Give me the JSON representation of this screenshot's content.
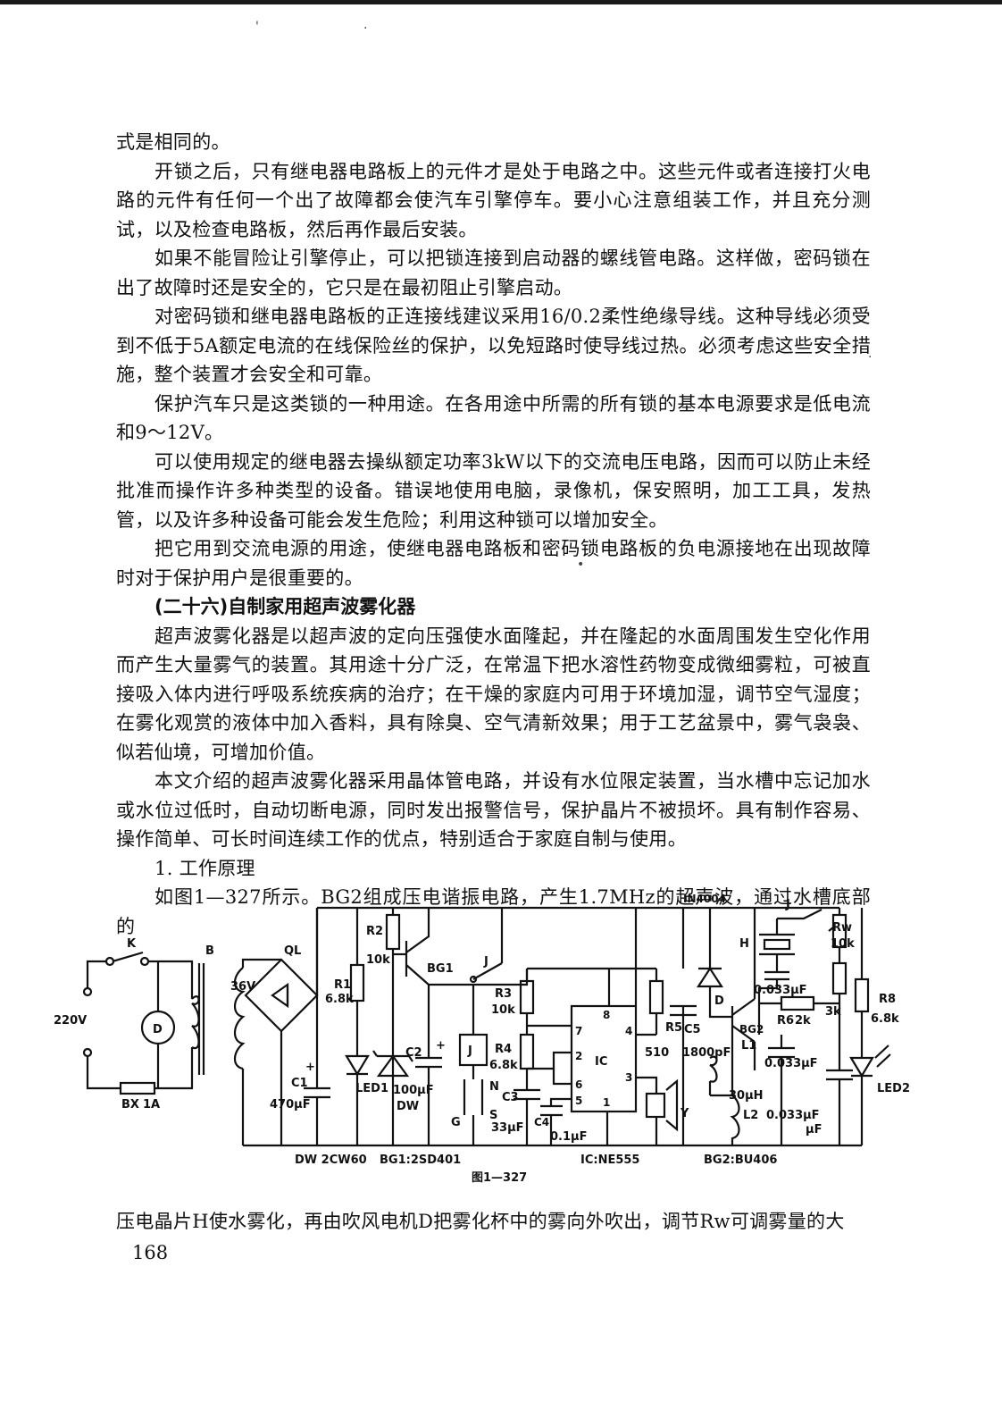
{
  "paragraphs": [
    "式是相同的。",
    "开锁之后，只有继电器电路板上的元件才是处于电路之中。这些元件或者连接打火电路的元件有任何一个出了故障都会使汽车引擎停车。要小心注意组装工作，并且充分测试，以及检查电路板，然后再作最后安装。",
    "如果不能冒险让引擎停止，可以把锁连接到启动器的螺线管电路。这样做，密码锁在出了故障时还是安全的，它只是在最初阻止引擎启动。",
    "对密码锁和继电器电路板的正连接线建议采用16/0.2柔性绝缘导线。这种导线必须受到不低于5A额定电流的在线保险丝的保护，以免短路时使导线过热。必须考虑这些安全措施，整个装置才会安全和可靠。",
    "保护汽车只是这类锁的一种用途。在各用途中所需的所有锁的基本电源要求是低电流和9～12V。",
    "可以使用规定的继电器去操纵额定功率3kW以下的交流电压电路，因而可以防止未经批准而操作许多种类型的设备。错误地使用电脑，录像机，保安照明，加工工具，发热管，以及许多种设备可能会发生危险；利用这种锁可以增加安全。",
    "把它用到交流电源的用途，使继电器电路板和密码锁电路板的负电源接地在出现故障时对于保护用户是很重要的。"
  ],
  "section_heading": "(二十六)自制家用超声波雾化器",
  "paragraphs2": [
    "超声波雾化器是以超声波的定向压强使水面隆起，并在隆起的水面周围发生空化作用而产生大量雾气的装置。其用途十分广泛，在常温下把水溶性药物变成微细雾粒，可被直接吸入体内进行呼吸系统疾病的治疗；在干燥的家庭内可用于环境加湿，调节空气湿度；在雾化观赏的液体中加入香料，具有除臭、空气清新效果；用于工艺盆景中，雾气袅袅、似若仙境，可增加价值。",
    "本文介绍的超声波雾化器采用晶体管电路，并设有水位限定装置，当水槽中忘记加水或水位过低时，自动切断电源，同时发出报警信号，保护晶片不被损坏。具有制作容易、操作简单、可长时间连续工作的优点，特别适合于家庭自制与使用。"
  ],
  "subheading": "1. 工作原理",
  "paragraph_intro": "如图1—327所示。BG2组成压电谐振电路，产生1.7MHz的超声波，通过水槽底部的",
  "figure": {
    "caption": "图1—327",
    "labels": {
      "K": "K",
      "v220": "220V",
      "D_motor": "D",
      "BX": "BX",
      "fuse": "1A",
      "B": "B",
      "QL": "QL",
      "v36": "36V",
      "C1": "C1",
      "C1v": "470μF",
      "plus": "+",
      "R1": "R1",
      "R1v": "6.8k",
      "LED1": "LED1",
      "R2": "R2",
      "R2v": "10k",
      "BG1": "BG1",
      "DW": "DW",
      "C2": "C2",
      "C2v": "100μF",
      "J": "J",
      "Jbox": "J",
      "G": "G",
      "N": "N",
      "S": "S",
      "R3": "R3",
      "R3v": "10k",
      "R4": "R4",
      "R4v": "6.8k",
      "C3": "C3",
      "C3v": "33μF",
      "C4": "C4",
      "C4v": "0.1μF",
      "IC": "IC",
      "p8": "8",
      "p7": "7",
      "p4": "4",
      "p2": "2",
      "p6": "6",
      "p5": "5",
      "p3": "3",
      "p1": "1",
      "R5": "R5",
      "R5v": "510",
      "Y": "Y",
      "IN4004": "IN4004",
      "Diode": "D",
      "C5": "C5",
      "C5v": "1800pF",
      "H": "H",
      "Jr": "J",
      "Rw": "Rw",
      "Rwv": "10k",
      "cap033a": "0.033μF",
      "R6": "R6",
      "R6v": "2k",
      "k3": "3k",
      "BG2": "BG2",
      "L1": "L1",
      "cap033b": "0.033μF",
      "uH30": "30μH",
      "L2": "L2",
      "cap033c": "0.033μF",
      "uF": "μF",
      "R8": "R8",
      "R8v": "6.8k",
      "LED2": "LED2",
      "legend_dw": "DW 2CW60",
      "legend_bg1": "BG1:2SD401",
      "legend_ic": "IC:NE555",
      "legend_bg2": "BG2:BU406"
    }
  },
  "paragraph_after": "压电晶片H使水雾化，再由吹风电机D把雾化杯中的雾向外吹出，调节Rw可调雾量的大",
  "page_number": "168"
}
